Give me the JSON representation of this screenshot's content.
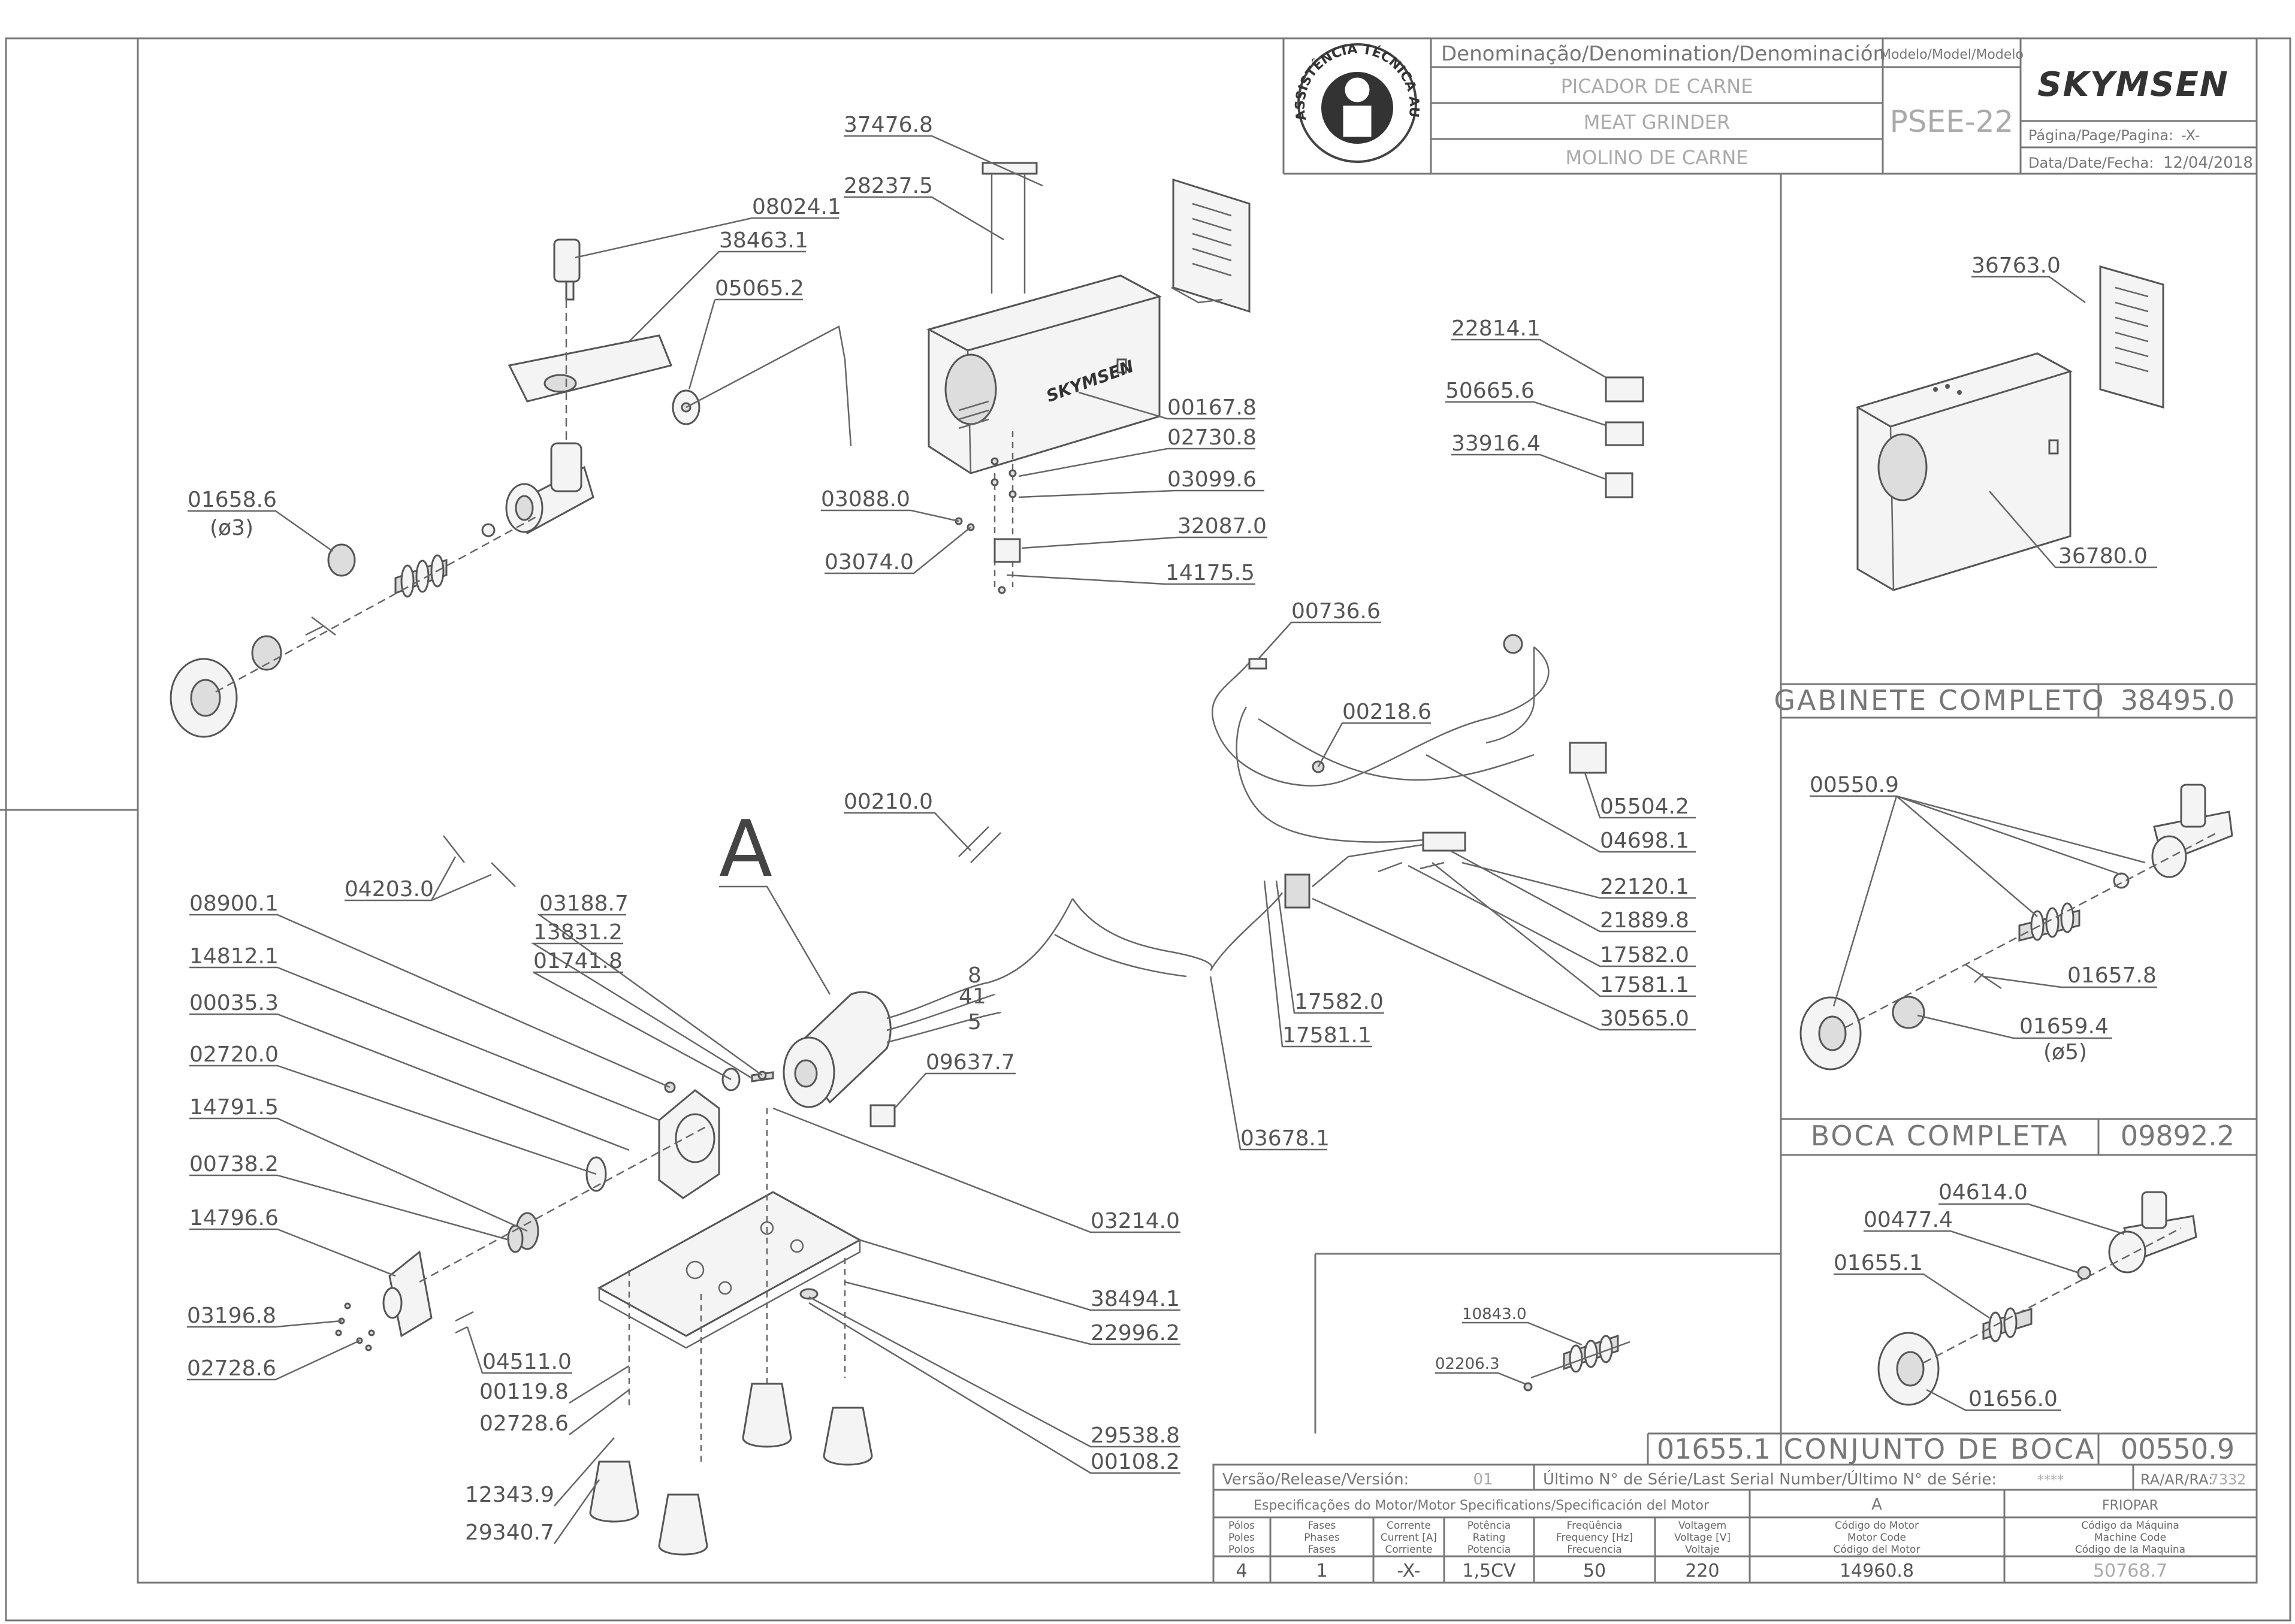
{
  "header": {
    "denomination_label": "Denominação/Denomination/Denominación",
    "name_pt": "PICADOR DE CARNE",
    "name_en": "MEAT GRINDER",
    "name_es": "MOLINO DE CARNE",
    "model_label": "Modelo/Model/Modelo",
    "model": "PSEE-22",
    "brand": "SKYMSEN",
    "page_label": "Página/Page/Pagina:",
    "page_value": "-X-",
    "date_label": "Data/Date/Fecha:",
    "date_value": "12/04/2018",
    "seal_text": "ASSISTÊNCIA TÉCNICA AUTORIZADA"
  },
  "letter_a": "A",
  "motor_numbers": [
    "8",
    "41",
    "5"
  ],
  "main_labels": {
    "p37476_8": "37476.8",
    "p28237_5": "28237.5",
    "p08024_1": "08024.1",
    "p38463_1": "38463.1",
    "p05065_2": "05065.2",
    "p01658_6": "01658.6",
    "p01658_6_sub": "(ø3)",
    "p00167_8": "00167.8",
    "p02730_8": "02730.8",
    "p03099_6": "03099.6",
    "p03088_0": "03088.0",
    "p32087_0": "32087.0",
    "p03074_0": "03074.0",
    "p14175_5": "14175.5",
    "p22814_1": "22814.1",
    "p50665_6": "50665.6",
    "p33916_4": "33916.4",
    "p00736_6": "00736.6",
    "p00218_6": "00218.6",
    "p05504_2": "05504.2",
    "p04698_1": "04698.1",
    "p22120_1": "22120.1",
    "p21889_8": "21889.8",
    "p17582_0b": "17582.0",
    "p17581_1b": "17581.1",
    "p30565_0": "30565.0",
    "p17582_0": "17582.0",
    "p17581_1": "17581.1",
    "p03678_1": "03678.1",
    "p00210_0": "00210.0",
    "p04203_0": "04203.0",
    "p08900_1": "08900.1",
    "p03188_7": "03188.7",
    "p13831_2": "13831.2",
    "p01741_8": "01741.8",
    "p14812_1": "14812.1",
    "p00035_3": "00035.3",
    "p02720_0": "02720.0",
    "p14791_5": "14791.5",
    "p00738_2": "00738.2",
    "p14796_6": "14796.6",
    "p03196_8": "03196.8",
    "p02728_6": "02728.6",
    "p04511_0": "04511.0",
    "p00119_8": "00119.8",
    "p02728_6b": "02728.6",
    "p12343_9": "12343.9",
    "p29340_7": "29340.7",
    "p09637_7": "09637.7",
    "p03214_0": "03214.0",
    "p38494_1": "38494.1",
    "p22996_2": "22996.2",
    "p29538_8": "29538.8",
    "p00108_2": "00108.2"
  },
  "cabinet_panel": {
    "p36763_0": "36763.0",
    "p36780_0": "36780.0",
    "title": "GABINETE COMPLETO",
    "code": "38495.0"
  },
  "boca_panel": {
    "p00550_9": "00550.9",
    "p01657_8": "01657.8",
    "p01659_4": "01659.4",
    "p01659_4_sub": "(ø5)",
    "title": "BOCA COMPLETA",
    "code": "09892.2"
  },
  "conjunto_panel": {
    "p04614_0": "04614.0",
    "p00477_4": "00477.4",
    "p01655_1": "01655.1",
    "p01656_0": "01656.0",
    "title": "CONJUNTO DE BOCA",
    "code_left": "01655.1",
    "code_right": "00550.9"
  },
  "detail_panel": {
    "p10843_0": "10843.0",
    "p02206_3": "02206.3"
  },
  "bottom_table": {
    "version_label": "Versão/Release/Versión:",
    "version_value": "01",
    "serial_label": "Último N° de Série/Last Serial Number/Último N° de Série:",
    "serial_value": "****",
    "ra_label": "RA/AR/RA:",
    "ra_value": "7332",
    "spec_title": "Especificações do Motor/Motor Specifications/Specificación del Motor",
    "motor_letter": "A",
    "maker": "FRIOPAR",
    "col_headers": [
      [
        "Pólos",
        "Poles",
        "Polos"
      ],
      [
        "Fases",
        "Phases",
        "Fases"
      ],
      [
        "Corrente",
        "Current [A]",
        "Corriente"
      ],
      [
        "Potência",
        "Rating",
        "Potencia"
      ],
      [
        "Freqüência",
        "Frequency [Hz]",
        "Frecuencia"
      ],
      [
        "Voltagem",
        "Voltage [V]",
        "Voltaje"
      ],
      [
        "Código do Motor",
        "Motor Code",
        "Código del Motor"
      ],
      [
        "Código da Máquina",
        "Machine Code",
        "Código de la Maquina"
      ]
    ],
    "values": [
      "4",
      "1",
      "-X-",
      "1,5CV",
      "50",
      "220",
      "14960.8",
      "50768.7"
    ]
  }
}
